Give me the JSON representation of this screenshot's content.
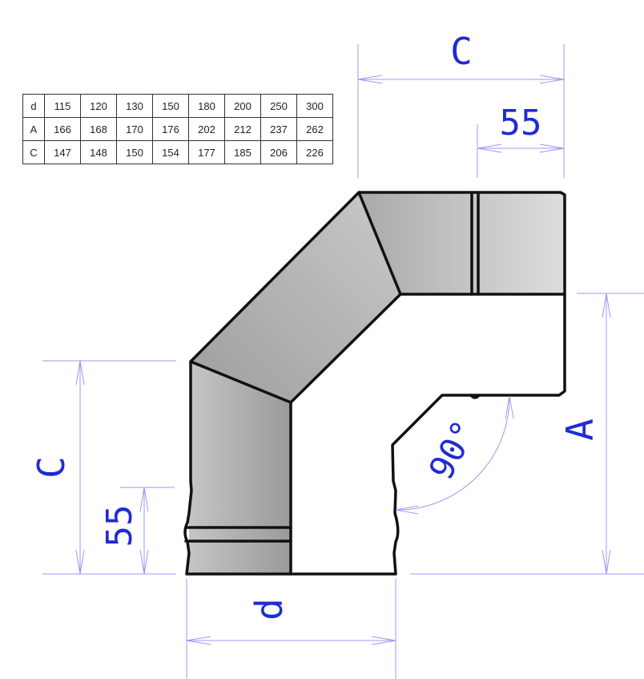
{
  "table": {
    "rows": [
      {
        "label": "d",
        "values": [
          "115",
          "120",
          "130",
          "150",
          "180",
          "200",
          "250",
          "300"
        ]
      },
      {
        "label": "A",
        "values": [
          "166",
          "168",
          "170",
          "176",
          "202",
          "212",
          "237",
          "262"
        ]
      },
      {
        "label": "C",
        "values": [
          "147",
          "148",
          "150",
          "154",
          "177",
          "185",
          "206",
          "226"
        ]
      }
    ]
  },
  "labels": {
    "top_c": "C",
    "top_55": "55",
    "left_c": "C",
    "left_55": "55",
    "bottom_d": "d",
    "right_a": "A",
    "angle": "90°"
  },
  "colors": {
    "dimension_lines": "#9a9af5",
    "dimension_text": "#1e2bd6",
    "outline": "#111111",
    "pipe_fill_dark": "#a8a8a8",
    "pipe_fill_light": "#dcdcdc"
  }
}
